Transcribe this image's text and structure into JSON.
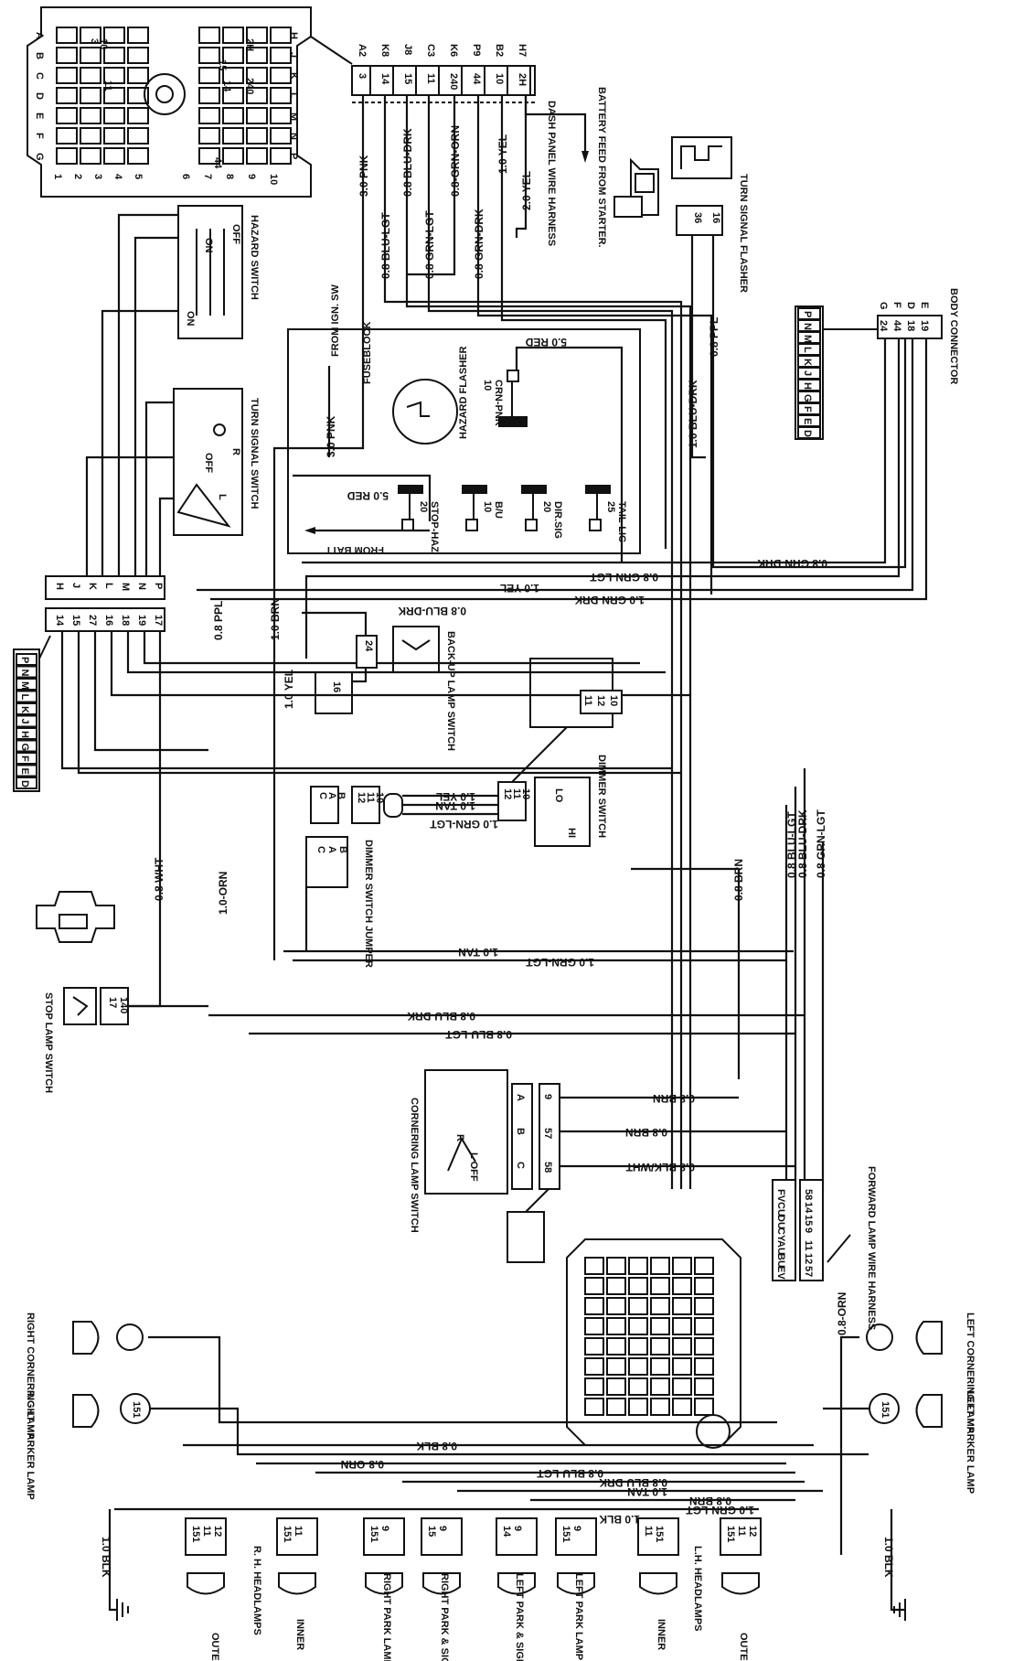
{
  "fuse_panel": {
    "left_rows": [
      "A",
      "B",
      "C",
      "D",
      "E",
      "F",
      "G"
    ],
    "right_rows": [
      "H",
      "J",
      "K",
      "L",
      "M",
      "N",
      "P"
    ],
    "left_cols": [
      "1",
      "2",
      "3",
      "4",
      "5"
    ],
    "right_cols": [
      "6",
      "7",
      "8",
      "9",
      "10"
    ],
    "cell_labels": [
      "2H",
      "15",
      "240",
      "14",
      "10",
      "11",
      "3",
      "44"
    ]
  },
  "top_connector": {
    "cavities": [
      "A2",
      "K8",
      "J8",
      "C3",
      "K6",
      "P9",
      "B2",
      "H7"
    ],
    "pins": [
      "3",
      "14",
      "15",
      "11",
      "240",
      "44",
      "10",
      "2H"
    ],
    "harness_label": "DASH PANEL WIRE HARNESS",
    "battery_label": "BATTERY FEED FROM STARTER."
  },
  "wires": {
    "pnk3": "3.0 PNK",
    "blu_lgt": "0.8 BLU-LGT",
    "blu_drk": "0.8 BLU-DRK",
    "grn_lgt": "0.8 GRN-LGT",
    "grn_orn": "0.8-GRN-ORN",
    "grn_drk": "0.8 GRN-DRK",
    "yel1": "1.0 YEL",
    "yel2": "2.0 YEL",
    "red5": "5.0 RED",
    "ppl": "0.8 PPL",
    "blu_drk1": "1.0 BLU-DRK",
    "grn_drk_h": "0.8 GRN-DRK",
    "grn_lgt_h": "0.8 GRN-LGT",
    "yel_h": "1.0 YEL",
    "grn_drk1_h": "1.0 GRN-DRK",
    "blu_drk_h": "0.8 BLU-DRK",
    "ppl2": "0.8 PPL",
    "brn1": "1.0 BRN",
    "yel_v": "1.0 YEL",
    "wht": "0.8 WHT",
    "orn1": "1.0-ORN",
    "brn_v": "0.8 BRN",
    "blu_lgt_v": "0.8 BLU-LGT",
    "blu_drk_v": "0.8 BLU-DRK",
    "grn_lgt_v": "0.8 GRN-LGT",
    "tan1": "1.0 TAN",
    "grn_lgt1": "1.0 GRN-LGT",
    "blu_drk_h2": "0.8 BLU-DRK",
    "blu_lgt_h2": "0.8 BLU-LGT",
    "brn_9": "0.8 BRN",
    "brn_57": "0.8 BRN",
    "blk_wht": "0.8 BLK/WHT",
    "orn_v": "0.8-ORN",
    "blk": "0.8 BLK",
    "orn_h": "0.8-ORN",
    "blu_lgt_b": "0.8 BLU-LGT",
    "blu_drk_b": "0.8 BLU-DRK",
    "tan_b": "1.0 TAN",
    "brn_b": "0.8 BRN",
    "grn_lgt_b": "1.0 GRN-LGT",
    "blk_b": "1.0 BLK",
    "blk_gl": "1.0 BLK",
    "blk_gr": "1.0 BLK",
    "yel_d": "1.0 YEL",
    "tan_d": "1.0 TAN",
    "grn_lgt_d": "1.0 GRN-LGT",
    "pnk_ign": "3.0 PNK",
    "from_ign": "FROM IGN. SW",
    "red_batt": "5.0 RED",
    "from_batt": "FROM BATT"
  },
  "components": {
    "hazard_switch": "HAZARD SWITCH",
    "turn_signal_switch": "TURN SIGNAL SWITCH",
    "turn_signal_flasher": "TURN SIGNAL FLASHER",
    "body_connector": "BODY CONNECTOR",
    "fuseblock": "FUSEBLOCK",
    "hazard_flasher": "HAZARD FLASHER",
    "backup_lamp_switch": "BACK-UP LAMP SWITCH",
    "dimmer_switch": "DIMMER SWITCH",
    "dimmer_switch_jumper": "DIMMER SWITCH JUMPER",
    "stop_lamp_switch": "STOP LAMP SWITCH",
    "cornering_lamp_switch": "CORNERING LAMP SWITCH",
    "forward_lamp_harness": "FORWARD LAMP WIRE HARNESS"
  },
  "hazard_switch_states": [
    "ON",
    "OFF"
  ],
  "turn_signal_states": [
    "OFF",
    "L",
    "R"
  ],
  "dimmer_states": [
    "LO",
    "HI"
  ],
  "cornering_states": [
    "R",
    "L OFF"
  ],
  "body_connector": {
    "letters": [
      "G",
      "F",
      "D",
      "E"
    ],
    "pins": [
      "24",
      "44",
      "18",
      "19"
    ],
    "strip": [
      "D",
      "E",
      "F",
      "G",
      "H",
      "J",
      "K",
      "L",
      "M",
      "N",
      "P"
    ]
  },
  "flasher_pins": [
    "36",
    "16"
  ],
  "fuses": {
    "stop_haz": "STOP-HAZ",
    "stop_haz_amp": "20",
    "bu": "B/U",
    "bu_amp": "10",
    "dir_sig": "DIR.SIG",
    "dir_sig_amp": "20",
    "tail_lic": "TAIL-LIC",
    "tail_lic_amp": "25",
    "crn_pnk": "CRN-PNK",
    "crn_pnk_amp": "10"
  },
  "steering_connector": {
    "letters": [
      "H",
      "J",
      "K",
      "L",
      "M",
      "N",
      "P"
    ],
    "pins": [
      "14",
      "15",
      "27",
      "16",
      "18",
      "19",
      "17"
    ],
    "strip": [
      "P",
      "N",
      "M",
      "L",
      "K",
      "J",
      "H",
      "G",
      "F",
      "E",
      "D"
    ]
  },
  "misc_pins": {
    "backup": [
      "24",
      "16"
    ],
    "dimmer_cab": [
      "C",
      "A",
      "B"
    ],
    "dimmer_pins": [
      "12",
      "11",
      "10"
    ],
    "dimmer_right": [
      "11",
      "12",
      "10"
    ],
    "stop_lamp": [
      "17",
      "140"
    ],
    "cornering": [
      "C",
      "B",
      "A"
    ],
    "cornering_pins": [
      "58",
      "57",
      "9"
    ],
    "fwd_left": [
      "FV",
      "CU",
      "DU",
      "CY",
      "AU",
      "BU",
      "EV"
    ],
    "fwd_right": [
      "58",
      "14",
      "15",
      "9",
      "11",
      "12",
      "57"
    ],
    "lamp_151": "151",
    "lamp_12": "12",
    "lamp_11": "11",
    "lamp_14": "14",
    "lamp_15": "15",
    "lamp_9": "9"
  },
  "lamps": {
    "right_marker": "RIGHT MARKER LAMP",
    "right_cornering": "RIGHT CORNERING LAMP",
    "left_marker": "LEFT MARKER LAMP",
    "left_cornering": "LEFT CORNERING LAMP",
    "rh_headlamps": "R. H. HEADLAMPS",
    "lh_headlamps": "L.H. HEADLAMPS",
    "outer": "OUTER",
    "inner": "INNER",
    "right_park": "RIGHT PARK LAMP",
    "right_park_signal": "RIGHT PARK & SIGNAL",
    "left_park_signal": "LEFT PARK & SIGNAL",
    "left_park": "LEFT PARK LAMP"
  }
}
